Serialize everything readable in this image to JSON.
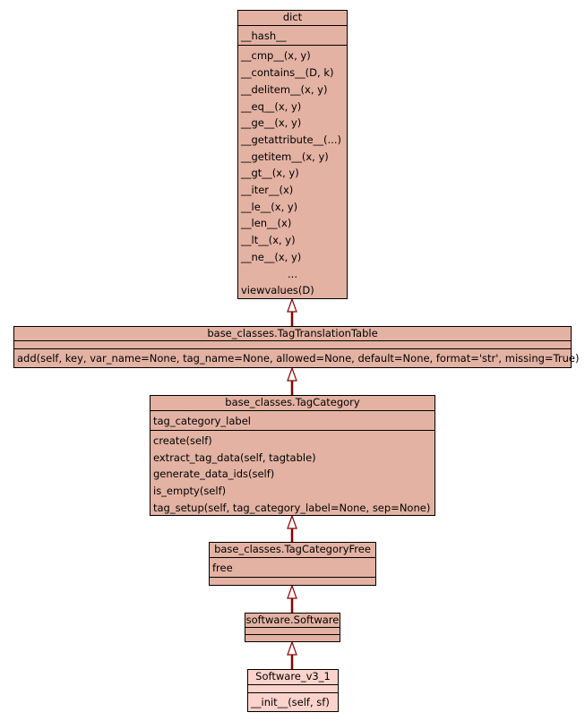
{
  "classes": {
    "dict": {
      "title": "dict",
      "attributes": [
        "__hash__"
      ],
      "methods": [
        "__cmp__(x, y)",
        "__contains__(D, k)",
        "__delitem__(x, y)",
        "__eq__(x, y)",
        "__ge__(x, y)",
        "__getattribute__(...)",
        "__getitem__(x, y)",
        "__gt__(x, y)",
        "__iter__(x)",
        "__le__(x, y)",
        "__len__(x)",
        "__lt__(x, y)",
        "__ne__(x, y)",
        "...",
        "viewvalues(D)"
      ]
    },
    "translation_table": {
      "title": "base_classes.TagTranslationTable",
      "attributes": [],
      "methods": [
        "add(self, key, var_name=None, tag_name=None, allowed=None, default=None, format='str', missing=True)"
      ]
    },
    "tag_category": {
      "title": "base_classes.TagCategory",
      "attributes": [
        "tag_category_label"
      ],
      "methods": [
        "create(self)",
        "extract_tag_data(self, tagtable)",
        "generate_data_ids(self)",
        "is_empty(self)",
        "tag_setup(self, tag_category_label=None, sep=None)"
      ]
    },
    "tag_category_free": {
      "title": "base_classes.TagCategoryFree",
      "attributes": [
        "free"
      ],
      "methods": []
    },
    "software": {
      "title": "software.Software",
      "attributes": [],
      "methods": []
    },
    "software_v3_1": {
      "title": "Software_v3_1",
      "attributes": [],
      "methods": [
        "__init__(self, sf)"
      ]
    }
  },
  "colors": {
    "class_fill": "#e3b2a3",
    "highlight_fill": "#fbd3cc",
    "edge": "#8b0000"
  }
}
